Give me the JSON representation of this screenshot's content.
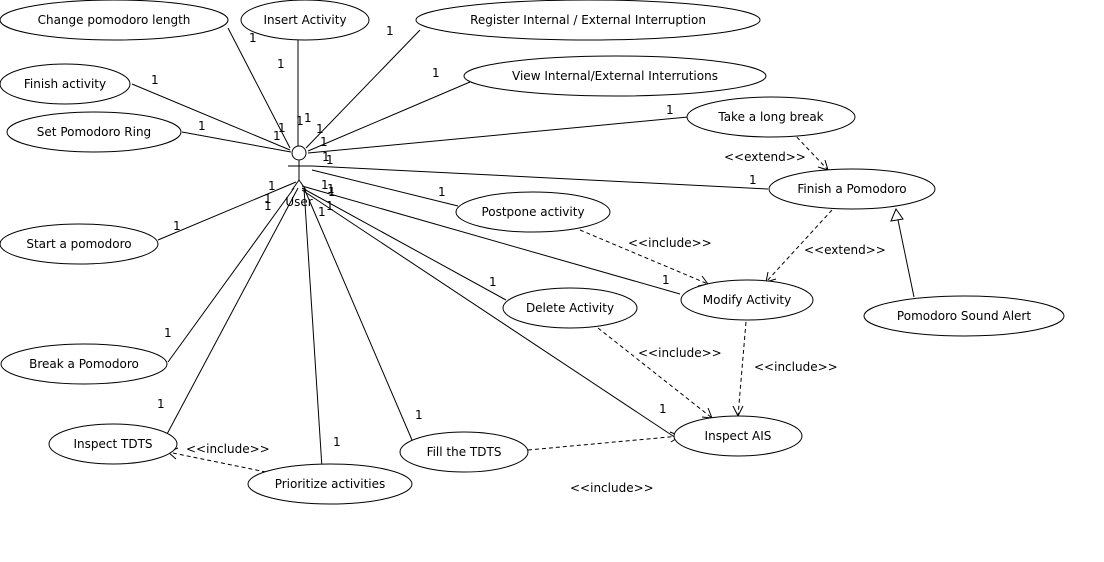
{
  "actor": {
    "label": "User"
  },
  "use_cases": {
    "change_length": "Change pomodoro length",
    "insert_activity": "Insert Activity",
    "register_interruption": "Register Internal / External Interruption",
    "view_interruptions": "View Internal/External Interrutions",
    "finish_activity": "Finish activity",
    "set_ring": "Set Pomodoro Ring",
    "take_long_break": "Take a long break",
    "finish_pomodoro": "Finish a Pomodoro",
    "postpone_activity": "Postpone activity",
    "start_pomodoro": "Start a pomodoro",
    "modify_activity": "Modify Activity",
    "delete_activity": "Delete Activity",
    "sound_alert": "Pomodoro Sound Alert",
    "break_pomodoro": "Break a Pomodoro",
    "inspect_ais": "Inspect AIS",
    "inspect_tdts": "Inspect TDTS",
    "fill_tdts": "Fill the TDTS",
    "prioritize": "Prioritize activities"
  },
  "stereotypes": {
    "extend": "<<extend>>",
    "include": "<<include>>"
  },
  "multiplicity": "1"
}
